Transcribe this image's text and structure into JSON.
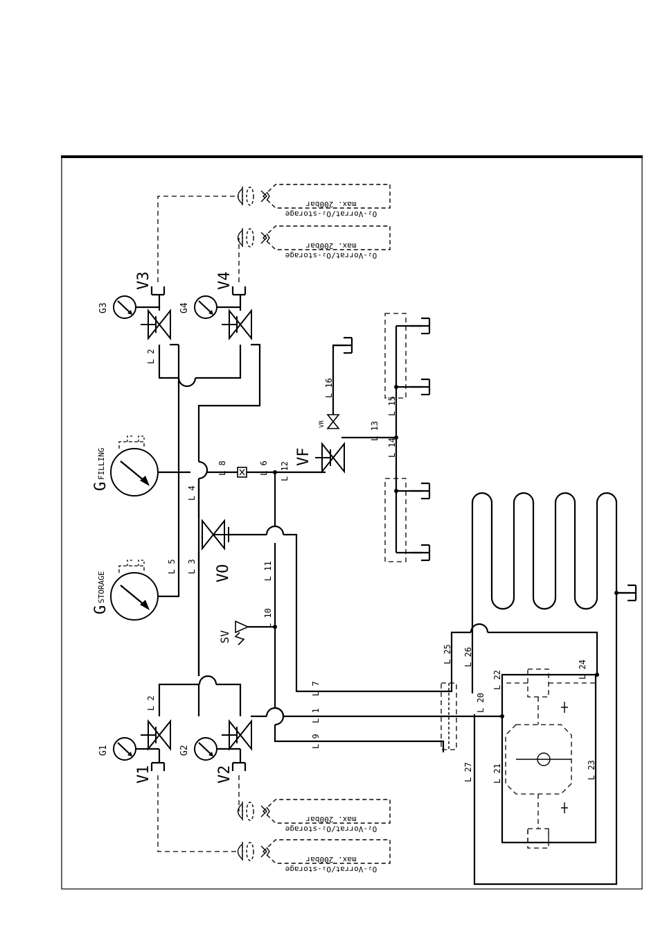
{
  "valves": {
    "v1": "V1",
    "v2": "V2",
    "v3": "V3",
    "v4": "V4",
    "vo": "VO",
    "vf": "VF",
    "vr": "VR",
    "sv": "SV"
  },
  "gauges": {
    "g1": "G1",
    "g2": "G2",
    "g3": "G3",
    "g4": "G4",
    "storage": {
      "letter": "G",
      "label": "STORAGE"
    },
    "filling": {
      "letter": "G",
      "label": "FILLING"
    }
  },
  "cylinders": {
    "label_line1": "O₂-Vorrat/O₂-storage",
    "label_line2": "max. 200bar"
  },
  "lines": {
    "l1": "L 1",
    "l2": "L 2",
    "l3": "L 3",
    "l4": "L 4",
    "l5": "L 5",
    "l6": "L 6",
    "l7": "L 7",
    "l8": "L 8",
    "l9": "L 9",
    "l10": "L 10",
    "l11": "L 11",
    "l12": "L 12",
    "l13": "L 13",
    "l14": "L 14",
    "l15": "L 15",
    "l16": "L 16",
    "l20": "L 20",
    "l21": "L 21",
    "l22": "L 22",
    "l23": "L 23",
    "l24": "L 24",
    "l25": "L 25",
    "l26": "L 26",
    "l27": "L 27"
  }
}
